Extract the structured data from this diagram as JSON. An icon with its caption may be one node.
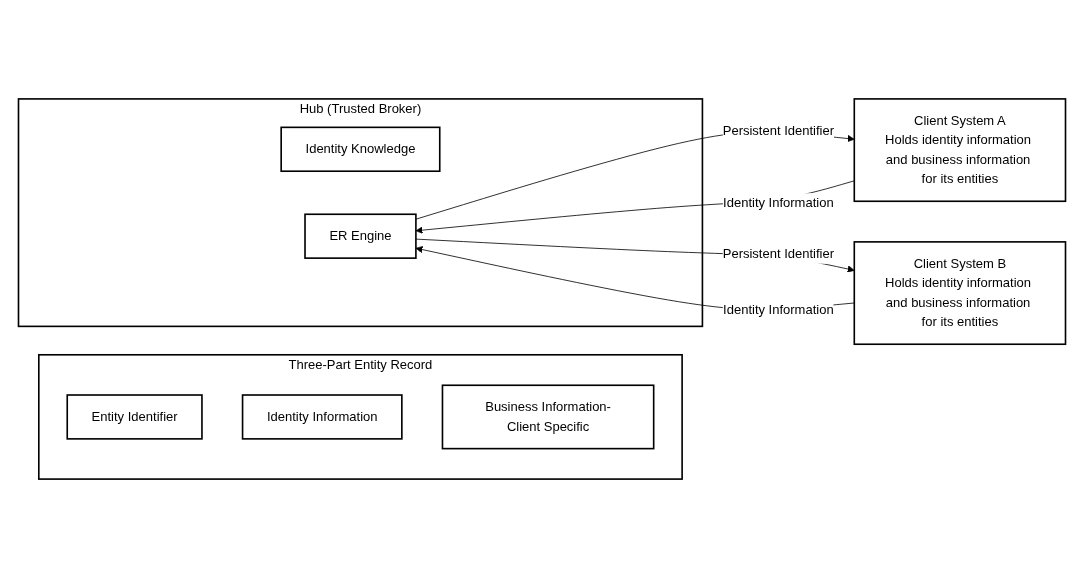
{
  "diagram": {
    "nodes": [
      {
        "text": [
          "Three-Part Entity Record"
        ]
      },
      {
        "text": [
          "Entity Identifier"
        ],
        "in": 0
      },
      {
        "text": [
          "Identity Information"
        ],
        "in": 0
      },
      {
        "text": [
          "Business Information-Client Specific"
        ],
        "in": 0
      },
      {
        "text": [
          "Hub (Trusted Broker)"
        ]
      },
      {
        "text": [
          "Identity Knowledge"
        ],
        "in": 4
      },
      {
        "text": [
          "ER Engine"
        ],
        "in": 4
      },
      {
        "text": [
          "Client System A",
          "Holds identity information and business information for its entities"
        ]
      },
      {
        "text": [
          "Client System B",
          "Holds identity information and business information for its entities"
        ]
      }
    ],
    "edges": [
      {
        "from": 7,
        "to": 6,
        "arrow": "to",
        "label": "Identity Information"
      },
      {
        "from": 6,
        "to": 7,
        "arrow": "to",
        "label": "Persistent Identifier"
      },
      {
        "from": 8,
        "to": 6,
        "arrow": "to",
        "label": "Identity Information"
      },
      {
        "from": 6,
        "to": 8,
        "arrow": "to",
        "label": "Persistent Identifier"
      }
    ]
  }
}
